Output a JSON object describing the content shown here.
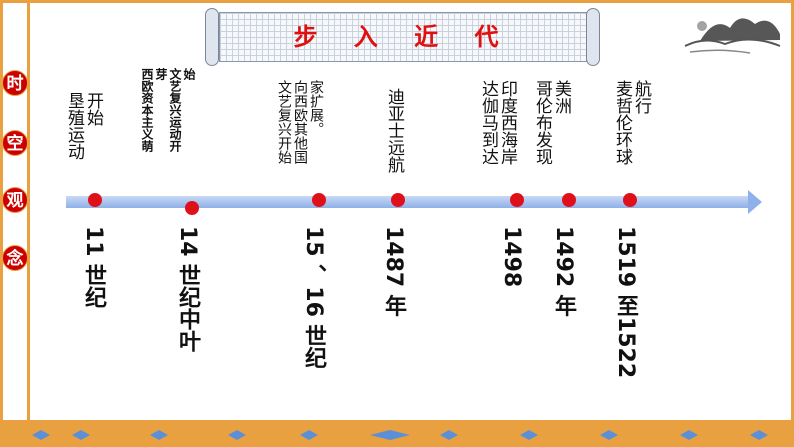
{
  "title": "步 入 近 代",
  "side_badges": [
    "时",
    "空",
    "观",
    "念"
  ],
  "events": [
    {
      "lines": [
        "开始",
        "垦殖运动"
      ],
      "year": "11 世纪"
    },
    {
      "lines": [
        "始",
        "文艺复兴运动开",
        "芽",
        "西欧资本主义萌"
      ],
      "year": "14 世纪中叶"
    },
    {
      "lines": [
        "家扩展。",
        "向西欧其他国",
        "文艺复兴开始"
      ],
      "year": "15 、16 世纪"
    },
    {
      "lines": [
        "迪亚士远航"
      ],
      "year": "1487 年"
    },
    {
      "lines": [
        "印度西海岸",
        "达伽马到达"
      ],
      "year": "1498"
    },
    {
      "lines": [
        "美洲",
        "哥伦布发现"
      ],
      "year": "1492 年"
    },
    {
      "lines": [
        "航行",
        "麦哲伦环球"
      ],
      "year": "1519 至1522"
    }
  ],
  "colors": {
    "frame": "#e8a040",
    "title": "#e01010",
    "badge": "#cc0000",
    "dot": "#e0101a",
    "axis": "#8fb0e8"
  }
}
